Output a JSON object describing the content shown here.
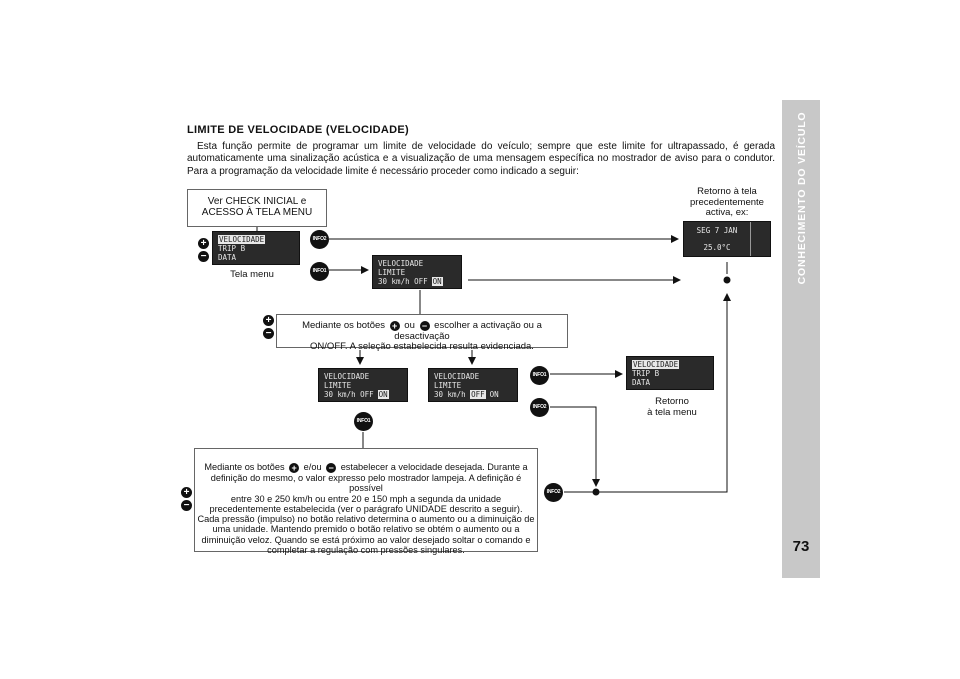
{
  "sidebar": {
    "section_title": "CONHECIMENTO DO VEÍCULO",
    "page_number": "73"
  },
  "article": {
    "heading": "LIMITE DE VELOCIDADE (VELOCIDADE)",
    "intro": "Esta função permite de programar um limite de velocidade do veículo; sempre que este limite for ultrapassado, é gerada automaticamente uma sinalização acústica e a visualização de uma mensagem específica no mostrador de aviso para o condutor. Para a programação da velocidade limite é necessário proceder como indicado a seguir:"
  },
  "flow": {
    "start_box": {
      "line1": "Ver CHECK INICIAL e",
      "line2": "ACESSO À TELA MENU"
    },
    "menu_display": {
      "line1": "VELOCIDADE",
      "line2": "TRIP B",
      "line3": "DATA"
    },
    "menu_caption": "Tela menu",
    "return_active_caption": {
      "line1": "Retorno à tela",
      "line2": "precedentemente",
      "line3": "activa, ex:"
    },
    "date_display": {
      "date": "SEG 7 JAN",
      "temp": "25.0°C"
    },
    "limit_display": {
      "line1": "VELOCIDADE",
      "line2": "LIMITE",
      "line3_prefix": "30 km/h",
      "off": "OFF",
      "on": "ON"
    },
    "onoff_box": {
      "part1": "Mediante os botões",
      "or": "ou",
      "part2": "escolher a activação ou a desactivação",
      "line2": "ON/OFF. A seleção estabelecida resulta evidenciada."
    },
    "return_menu_caption": {
      "line1": "Retorno",
      "line2": "à tela menu"
    },
    "speed_box": {
      "part1": "Mediante os botões",
      "and_or": "e/ou",
      "part2": "estabelecer a velocidade desejada. Durante a",
      "line2": "definição do mesmo, o valor expresso pelo mostrador lampeja. A definição é possível",
      "line3": "entre 30 e 250 km/h ou entre 20 e 150 mph a segunda da unidade",
      "line4": "precedentemente estabelecida (ver o parágrafo UNIDADE descrito a seguir).",
      "line5": "Cada pressão (impulso) no botão relativo determina o aumento ou a diminuição de",
      "line6": "uma unidade. Mantendo premido o botão relativo se obtém o aumento ou a",
      "line7": "diminuição veloz. Quando se está próximo ao valor desejado soltar o comando e",
      "line8": "completar a regulação com pressões singulares."
    },
    "buttons": {
      "info1": "INFO1",
      "info2": "INFO2",
      "plus": "+",
      "minus": "−"
    }
  }
}
